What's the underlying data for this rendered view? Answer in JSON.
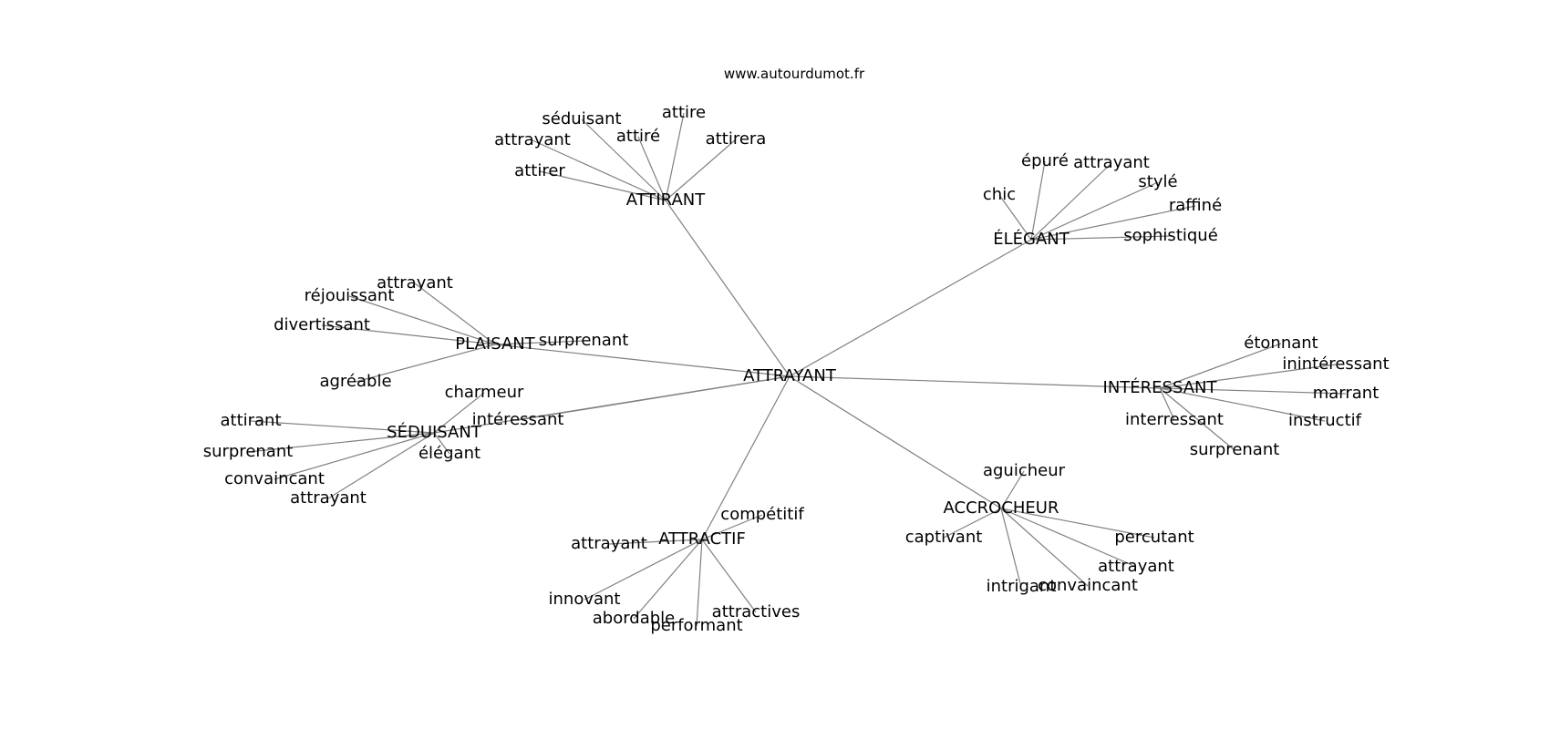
{
  "watermark": "www.autourdumot.fr",
  "colors": {
    "edge": "#808080",
    "text": "#000000",
    "background": "#ffffff"
  },
  "graph": {
    "center": {
      "id": "attrayant-center",
      "label": "ATTRAYANT"
    },
    "hubs": [
      {
        "id": "attirant",
        "label": "ATTIRANT",
        "leaves": [
          "séduisant",
          "attire",
          "attrayant",
          "attiré",
          "attirera",
          "attirer"
        ]
      },
      {
        "id": "elegant",
        "label": "ÉLÉGANT",
        "leaves": [
          "épuré",
          "attrayant",
          "chic",
          "stylé",
          "raffiné",
          "sophistiqué"
        ]
      },
      {
        "id": "plaisant",
        "label": "PLAISANT",
        "leaves": [
          "attrayant",
          "réjouissant",
          "divertissant",
          "surprenant",
          "agréable"
        ]
      },
      {
        "id": "seduisant",
        "label": "SÉDUISANT",
        "leaves": [
          "charmeur",
          "attirant",
          "surprenant",
          "convaincant",
          "élégant",
          "attrayant"
        ]
      },
      {
        "id": "interessant-center",
        "label": "intéressant",
        "leaves": []
      },
      {
        "id": "interessant",
        "label": "INTÉRESSANT",
        "leaves": [
          "étonnant",
          "inintéressant",
          "marrant",
          "interressant",
          "instructif",
          "surprenant"
        ]
      },
      {
        "id": "accrocheur",
        "label": "ACCROCHEUR",
        "leaves": [
          "aguicheur",
          "captivant",
          "percutant",
          "attrayant",
          "intrigant",
          "convaincant"
        ]
      },
      {
        "id": "attractif",
        "label": "ATTRACTIF",
        "leaves": [
          "compétitif",
          "attrayant",
          "innovant",
          "abordable",
          "performant",
          "attractives"
        ]
      }
    ]
  }
}
